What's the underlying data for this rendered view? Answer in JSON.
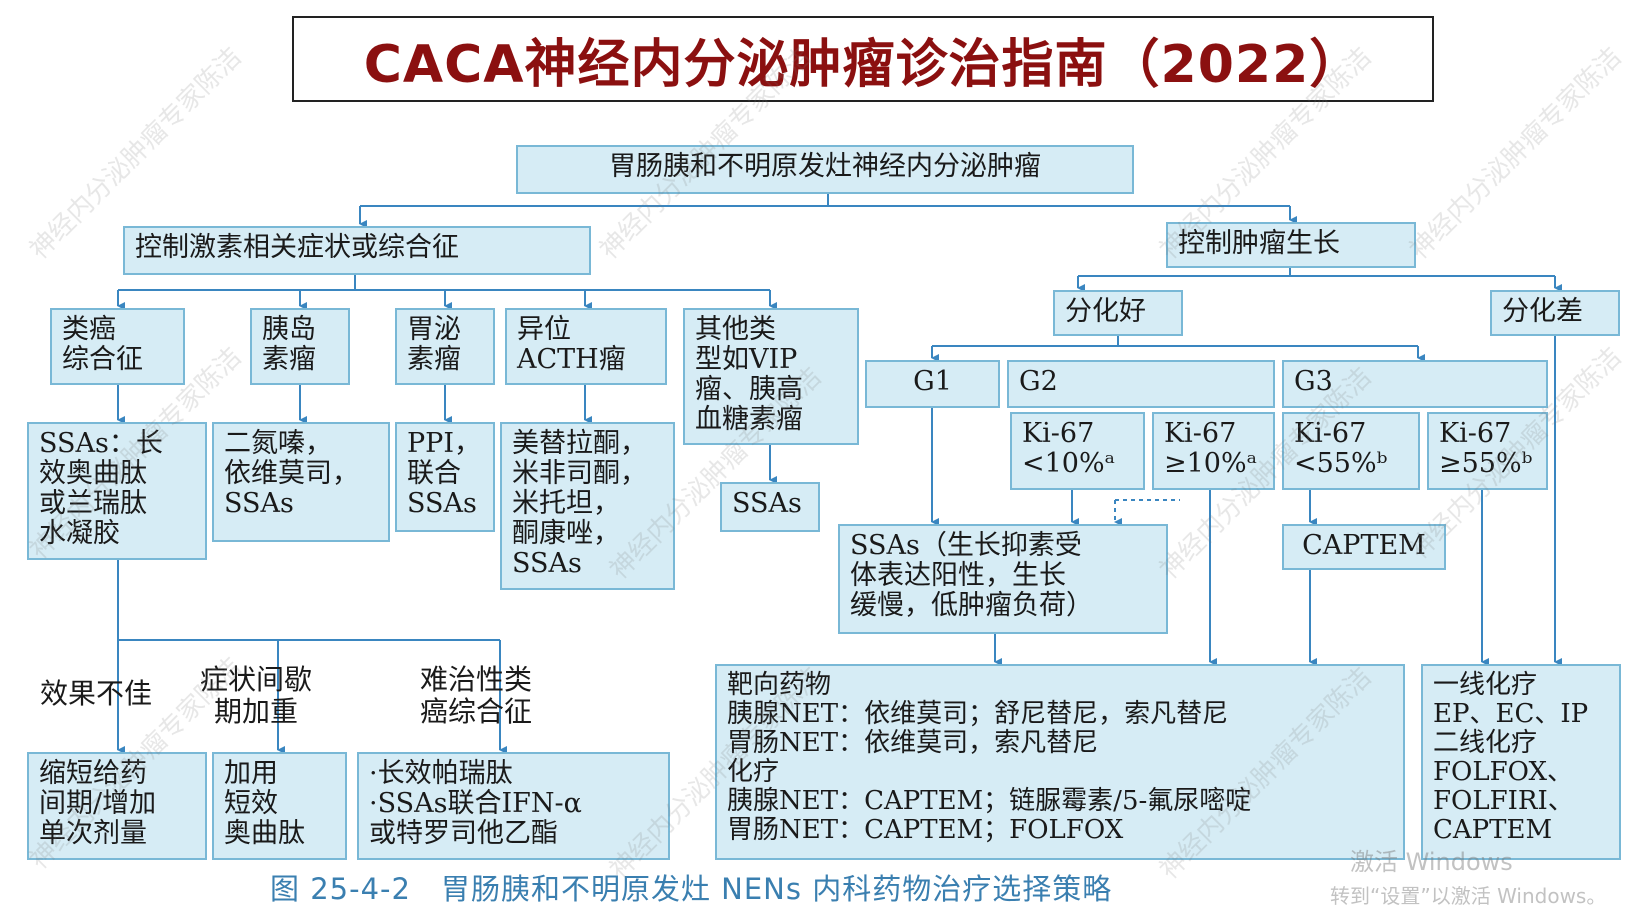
{
  "title": "CACA神经内分泌肿瘤诊治指南（2022）",
  "nodes": {
    "root": "胃肠胰和不明原发灶神经内分泌肿瘤",
    "control_hormone": "控制激素相关症状或综合征",
    "control_growth": "控制肿瘤生长",
    "carcinoid": "类癌\n综合征",
    "insulinoma": "胰岛\n素瘤",
    "gastrinoma": "胃泌\n素瘤",
    "ectopic_acth": "异位\nACTH瘤",
    "other_types": "其他类\n型如VIP\n瘤、胰高\n血糖素瘤",
    "ssas_long": "SSAs：长\n效奥曲肽\n或兰瑞肽\n水凝胶",
    "diazoxide": "二氮嗪，\n依维莫司，\nSSAs",
    "ppi": "PPI，\n联合\nSSAs",
    "metyrapone": "美替拉酮，\n米非司酮，\n米托坦，\n酮康唑，\nSSAs",
    "ssas": "SSAs",
    "well_diff": "分化好",
    "poor_diff": "分化差",
    "g1": "G1",
    "g2": "G2",
    "g3": "G3",
    "ki_lt10": "Ki-67\n<10%ᵃ",
    "ki_ge10": "Ki-67\n≥10%ᵃ",
    "ki_lt55": "Ki-67\n<55%ᵇ",
    "ki_ge55": "Ki-67\n≥55%ᵇ",
    "captem": "CAPTEM",
    "ssas_cond": "SSAs（生长抑素受\n体表达阳性，生长\n缓慢，低肿瘤负荷）",
    "shorten": "缩短给药\n间期/增加\n单次剂量",
    "add_short": "加用\n短效\n奥曲肽",
    "refractory_tx": "·长效帕瑞肽\n·SSAs联合IFN-α\n或特罗司他乙酯",
    "targeted": "靶向药物\n胰腺NET：依维莫司；舒尼替尼，索凡替尼\n胃肠NET：依维莫司，索凡替尼\n化疗\n胰腺NET：CAPTEM；链脲霉素/5-氟尿嘧啶\n胃肠NET：CAPTEM；FOLFOX",
    "chemo": "一线化疗\nEP、EC、IP\n二线化疗\nFOLFOX、\nFOLFIRI、\nCAPTEM"
  },
  "labels": {
    "poor_effect": "效果不佳",
    "intermittent": "症状间歇\n期加重",
    "refractory": "难治性类\n癌综合征"
  },
  "caption": "图 25-4-2　胃肠胰和不明原发灶 NENs 内科药物治疗选择策略",
  "watermark": "神经内分泌肿瘤专家陈洁",
  "activate": {
    "line1": "激活 Windows",
    "line2": "转到“设置”以激活 Windows。"
  },
  "colors": {
    "title": "#8b1010",
    "box_fill": "#d6ecf5",
    "box_border": "#79b8d6",
    "line": "#3a86c0",
    "caption": "#3a7fb0"
  }
}
